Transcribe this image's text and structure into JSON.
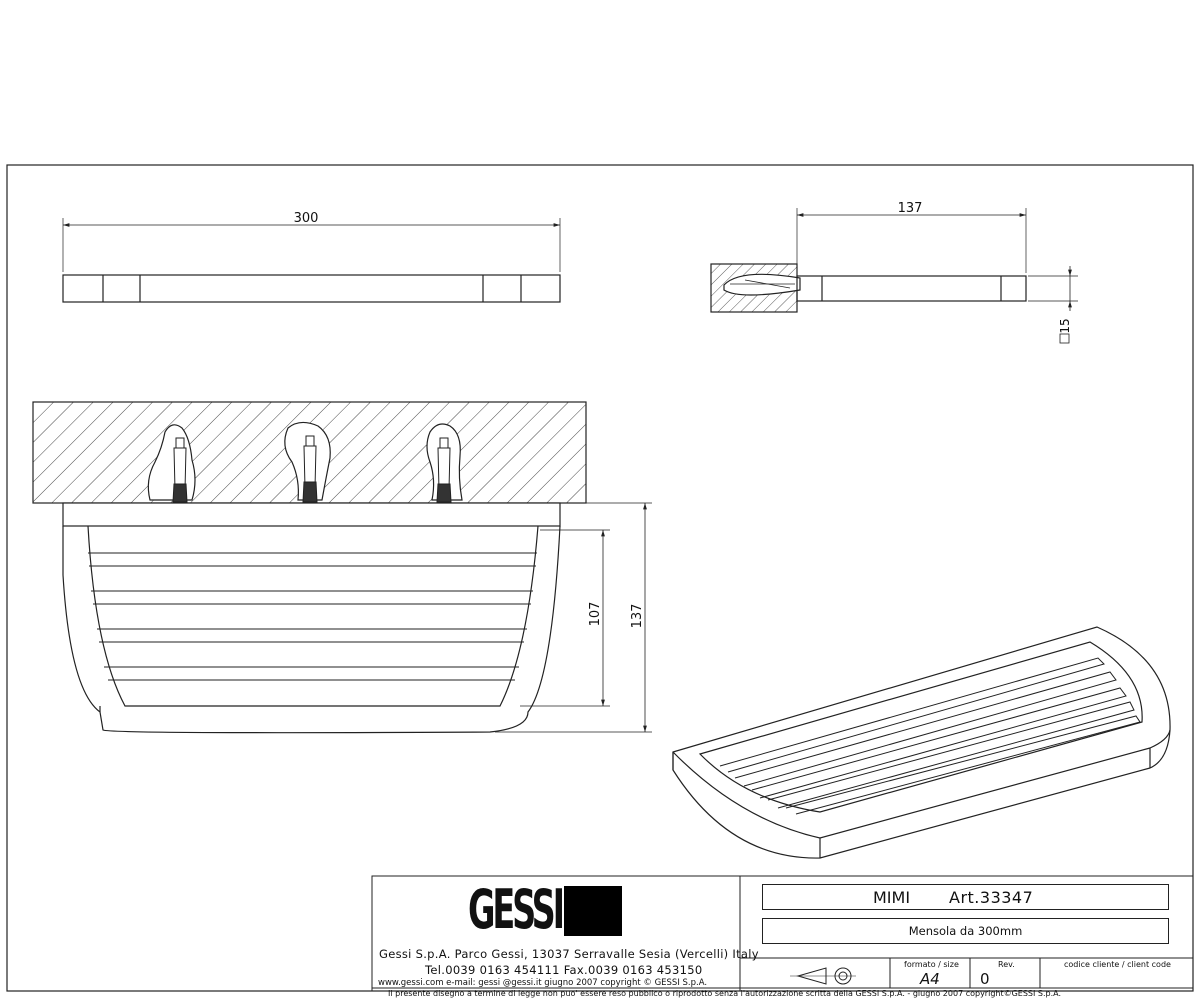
{
  "dimensions": {
    "top_width": "300",
    "side_depth": "137",
    "side_thickness": "15",
    "front_depth_inner": "107",
    "front_depth_outer": "137"
  },
  "title_block": {
    "company_line": "Gessi S.p.A. Parco Gessi, 13037 Serravalle Sesia (Vercelli) Italy",
    "phone_line": "Tel.0039  0163  454111  Fax.0039  0163  453150",
    "web_line": "www.gessi.com  e-mail:  gessi @gessi.it    giugno  2007    copyright © GESSI  S.p.A.",
    "product_name": "MIMI",
    "article": "Art.33347",
    "description": "Mensola da 300mm",
    "format_label": "formato  /  size",
    "format_value": "A4",
    "rev_label": "Rev.",
    "rev_value": "0",
    "client_code_label": "codice  cliente  /  client  code",
    "disclaimer": "Il  presente  disegno  a  termine  di  legge  non  puo'  essere  reso  pubblico  o  riprodotto  senza  l'autorizzazione  scritta  della  GESSI  S.p.A.  -  giugno  2007   copyright©GESSI  S.p.A."
  },
  "logo": {
    "text": "GESSI"
  },
  "colors": {
    "line": "#222222",
    "background": "#ffffff"
  }
}
